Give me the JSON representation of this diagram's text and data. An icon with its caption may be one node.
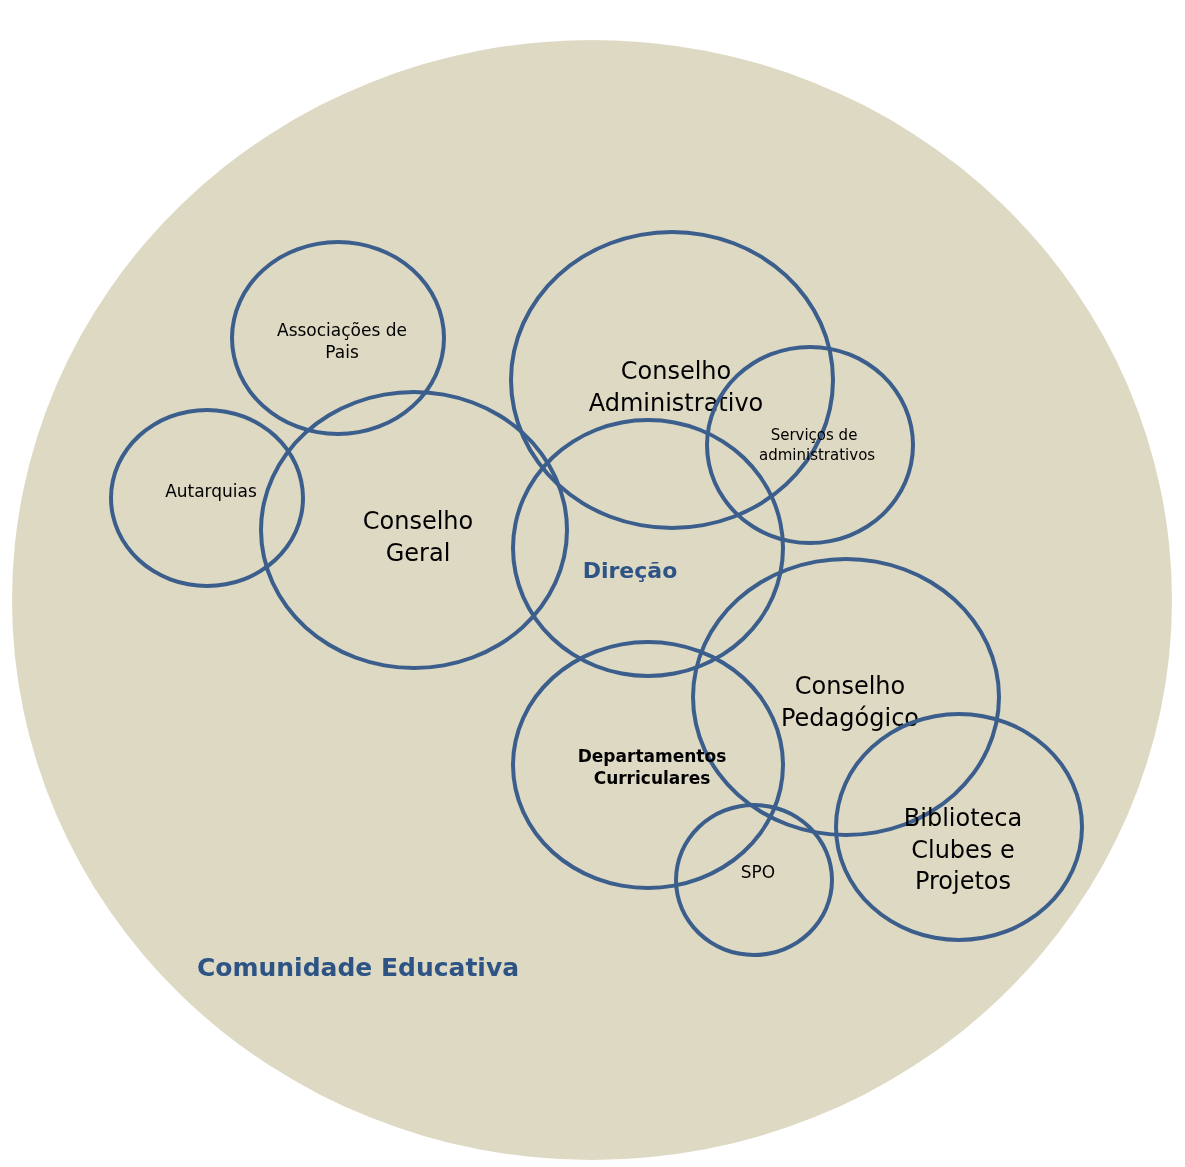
{
  "diagram": {
    "nodes": [
      {
        "text": [
          "Comunidade Educativa"
        ]
      },
      {
        "text": [
          "Associações de Pais"
        ],
        "in": 0
      },
      {
        "text": [
          "Conselho Administrativo"
        ],
        "in": 0
      },
      {
        "text": [
          "Serviços de administrativos"
        ],
        "in": 0
      },
      {
        "text": [
          "Autarquias"
        ],
        "in": 0
      },
      {
        "text": [
          "Conselho Geral"
        ],
        "in": 0
      },
      {
        "text": [
          "Direção"
        ],
        "in": 0
      },
      {
        "text": [
          "Conselho Pedagógico"
        ],
        "in": 0
      },
      {
        "text": [
          "Departamentos Curriculares"
        ],
        "in": 0
      },
      {
        "text": [
          "Biblioteca Clubes e Projetos"
        ],
        "in": 0
      },
      {
        "text": [
          "SPO"
        ],
        "in": 0
      }
    ]
  }
}
